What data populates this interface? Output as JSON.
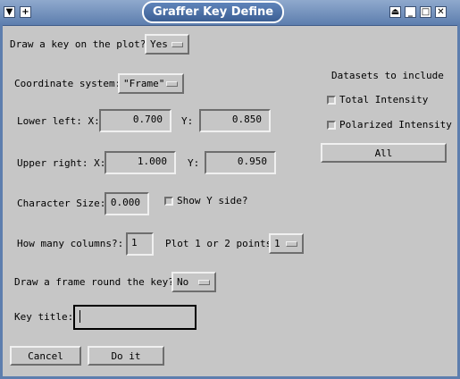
{
  "window": {
    "title": "Graffer Key Define",
    "left_buttons": {
      "menu": "▼",
      "stick": "+"
    },
    "right_buttons": {
      "shade": "⏏",
      "minimize": "_",
      "maximize": "□",
      "close": "✕"
    }
  },
  "draw_key": {
    "label": "Draw a key on the plot?:",
    "value": "Yes"
  },
  "coordinate_system": {
    "label": "Coordinate system:",
    "value": "\"Frame\""
  },
  "lower_left": {
    "label": "Lower left: X:",
    "x": "0.700",
    "y_label": "Y:",
    "y": "0.850"
  },
  "upper_right": {
    "label": "Upper right: X:",
    "x": "1.000",
    "y_label": "Y:",
    "y": "0.950"
  },
  "char_size": {
    "label": "Character Size:",
    "value": "0.000",
    "show_y_label": "Show Y side?",
    "show_y_checked": false
  },
  "columns": {
    "label": "How many columns?:",
    "value": "1",
    "points_label": "Plot 1 or 2 points",
    "points_value": "1"
  },
  "frame_round": {
    "label": "Draw a frame round the key?:",
    "value": "No"
  },
  "key_title": {
    "label": "Key title:",
    "value": ""
  },
  "datasets": {
    "header": "Datasets to include",
    "items": [
      {
        "label": "Total Intensity",
        "checked": false
      },
      {
        "label": "Polarized Intensity",
        "checked": false
      }
    ],
    "all_label": "All"
  },
  "actions": {
    "cancel": "Cancel",
    "do_it": "Do it"
  }
}
